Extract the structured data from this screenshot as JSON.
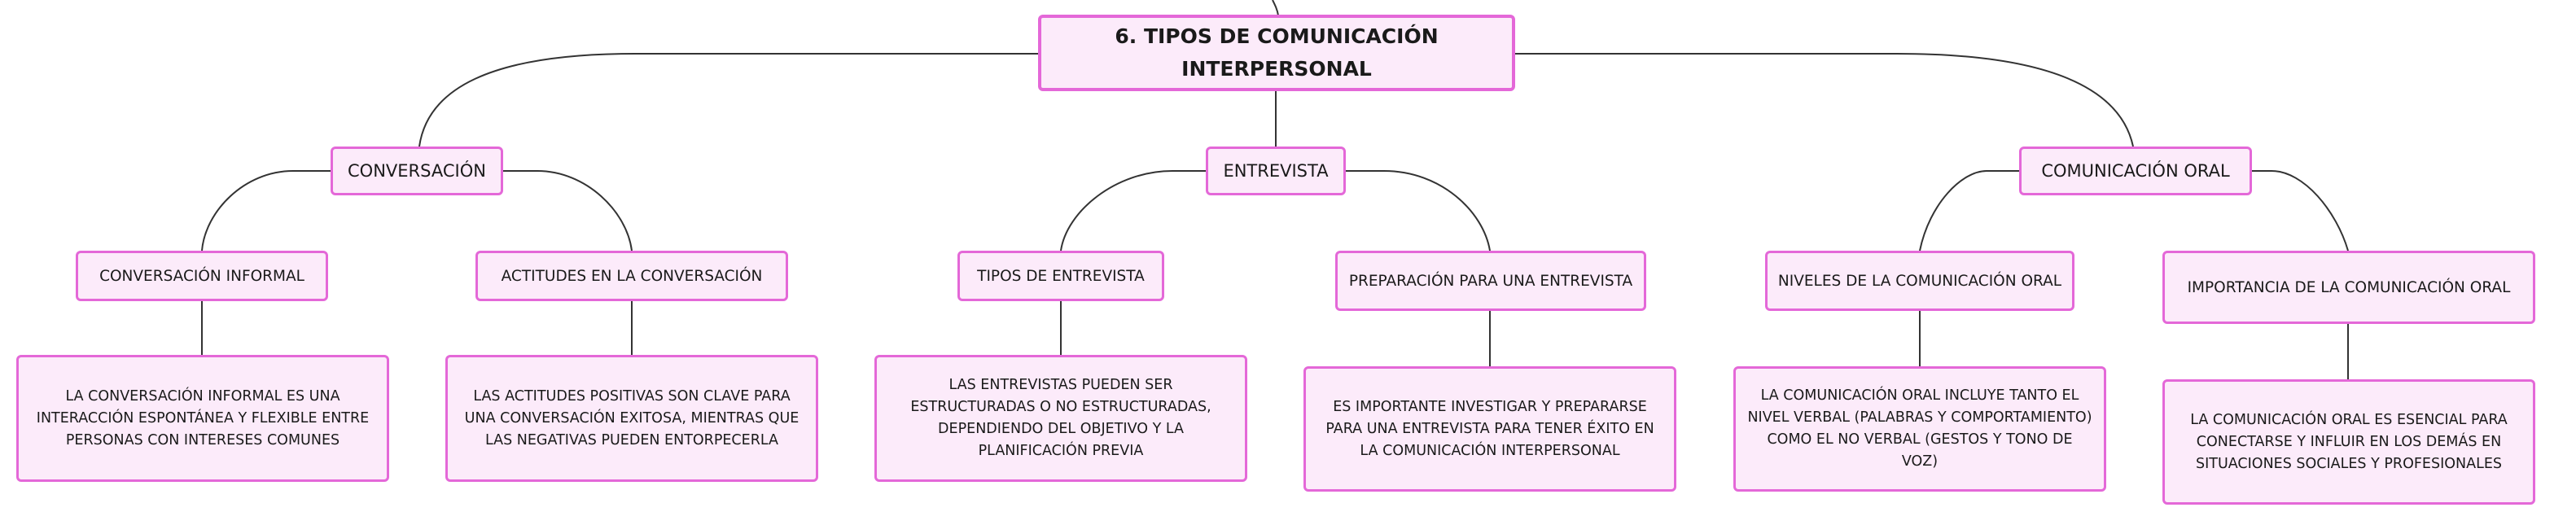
{
  "colors": {
    "node_fill": "#fcebfa",
    "node_border": "#e468d8",
    "connector": "#333333"
  },
  "map": {
    "root": "6. TIPOS DE COMUNICACIÓN INTERPERSONAL",
    "branches": [
      {
        "title": "CONVERSACIÓN",
        "subtopics": [
          {
            "title": "CONVERSACIÓN INFORMAL",
            "detail": "LA CONVERSACIÓN INFORMAL ES UNA INTERACCIÓN ESPONTÁNEA Y FLEXIBLE ENTRE PERSONAS CON INTERESES COMUNES"
          },
          {
            "title": "ACTITUDES EN LA CONVERSACIÓN",
            "detail": "LAS ACTITUDES POSITIVAS SON CLAVE PARA UNA CONVERSACIÓN EXITOSA, MIENTRAS QUE LAS NEGATIVAS PUEDEN ENTORPECERLA"
          }
        ]
      },
      {
        "title": "ENTREVISTA",
        "subtopics": [
          {
            "title": "TIPOS DE ENTREVISTA",
            "detail": "LAS ENTREVISTAS PUEDEN SER ESTRUCTURADAS O NO ESTRUCTURADAS, DEPENDIENDO DEL OBJETIVO Y LA PLANIFICACIÓN PREVIA"
          },
          {
            "title": "PREPARACIÓN PARA UNA ENTREVISTA",
            "detail": "ES IMPORTANTE INVESTIGAR Y PREPARARSE PARA UNA ENTREVISTA PARA TENER ÉXITO EN LA COMUNICACIÓN INTERPERSONAL"
          }
        ]
      },
      {
        "title": "COMUNICACIÓN ORAL",
        "subtopics": [
          {
            "title": "NIVELES DE LA COMUNICACIÓN ORAL",
            "detail": "LA COMUNICACIÓN ORAL INCLUYE TANTO EL NIVEL VERBAL (PALABRAS Y COMPORTAMIENTO) COMO EL NO VERBAL (GESTOS Y TONO DE VOZ)"
          },
          {
            "title": "IMPORTANCIA DE LA COMUNICACIÓN ORAL",
            "detail": "LA COMUNICACIÓN ORAL ES ESENCIAL PARA CONECTARSE Y INFLUIR EN LOS DEMÁS EN SITUACIONES SOCIALES Y PROFESIONALES"
          }
        ]
      }
    ]
  }
}
